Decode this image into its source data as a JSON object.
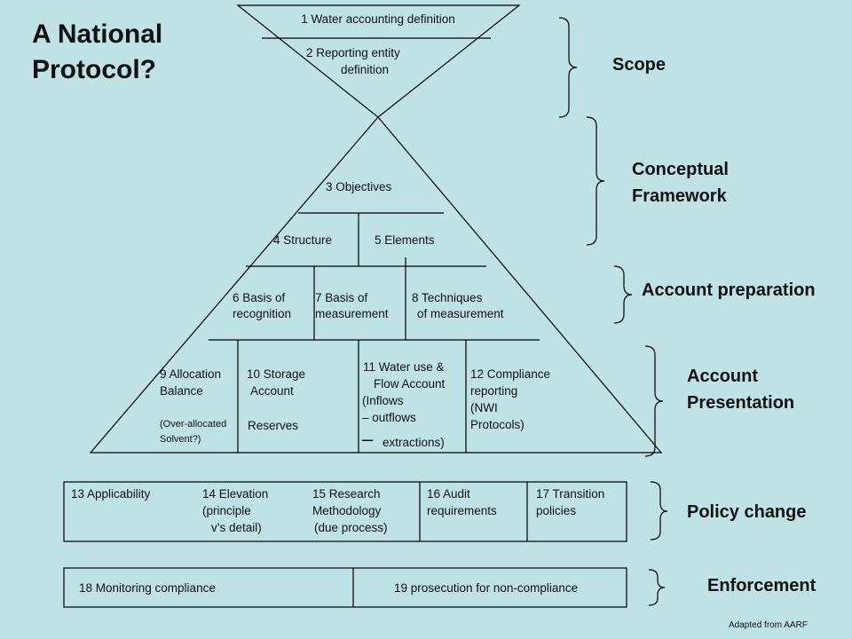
{
  "title_line1": "A National",
  "title_line2": "Protocol?",
  "funnel": {
    "item1": "1 Water accounting definition",
    "item2_line1": "2 Reporting entity",
    "item2_line2": "definition"
  },
  "triangle": {
    "objectives": "3 Objectives",
    "structure": "4 Structure",
    "elements": "5 Elements",
    "recog_l1": "6 Basis of",
    "recog_l2": "recognition",
    "meas_l1": "7 Basis of",
    "meas_l2": "measurement",
    "tech_l1": "8 Techniques",
    "tech_l2": "of measurement",
    "alloc_l1": "9 Allocation",
    "alloc_l2": "Balance",
    "alloc_note_l1": "(Over-allocated",
    "alloc_note_l2": "Solvent?)",
    "storage_l1": "10 Storage",
    "storage_l2": "Account",
    "storage_l3": "Reserves",
    "flow_l1": "11 Water use &",
    "flow_l2": "Flow Account",
    "flow_l3": "(Inflows",
    "flow_l4": "– outflows",
    "flow_dash": "–",
    "flow_l5": "extractions)",
    "comp_l1": "12 Compliance",
    "comp_l2": "reporting",
    "comp_l3": "(NWI",
    "comp_l4": "Protocols)"
  },
  "policy_row": {
    "c1": "13 Applicability",
    "c2_l1": "14 Elevation",
    "c2_l2": "(principle",
    "c2_l3": "v’s detail)",
    "c3_l1": "15 Research",
    "c3_l2": "Methodology",
    "c3_l3": "(due process)",
    "c4_l1": "16 Audit",
    "c4_l2": "requirements",
    "c5_l1": "17 Transition",
    "c5_l2": "policies"
  },
  "enforce_row": {
    "c1": "18 Monitoring compliance",
    "c2": "19 prosecution for non-compliance"
  },
  "sections": {
    "scope": "Scope",
    "conceptual_l1": "Conceptual",
    "conceptual_l2": "Framework",
    "preparation": "Account preparation",
    "presentation_l1": "Account",
    "presentation_l2": "Presentation",
    "policy": "Policy change",
    "enforcement": "Enforcement"
  },
  "credit": "Adapted from AARF"
}
